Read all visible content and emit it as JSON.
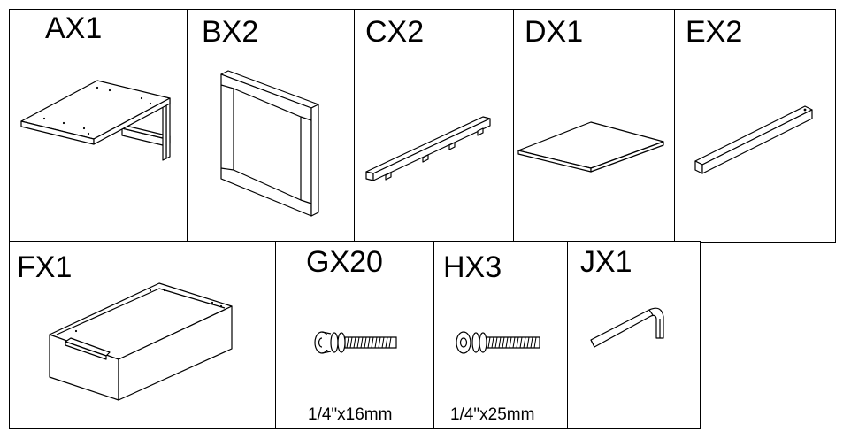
{
  "parts": [
    {
      "id": "A",
      "label": "AX1",
      "icon": "desk-top-panel-icon"
    },
    {
      "id": "B",
      "label": "BX2",
      "icon": "square-leg-frame-icon"
    },
    {
      "id": "C",
      "label": "CX2",
      "icon": "slotted-rail-icon"
    },
    {
      "id": "D",
      "label": "DX1",
      "icon": "flat-shelf-panel-icon"
    },
    {
      "id": "E",
      "label": "EX2",
      "icon": "square-bar-icon"
    },
    {
      "id": "F",
      "label": "FX1",
      "icon": "drawer-box-icon"
    },
    {
      "id": "G",
      "label": "GX20",
      "icon": "bolt-with-washer-icon",
      "size": "1/4\"x16mm"
    },
    {
      "id": "H",
      "label": "HX3",
      "icon": "long-bolt-with-washer-icon",
      "size": "1/4\"x25mm"
    },
    {
      "id": "J",
      "label": "JX1",
      "icon": "allen-key-icon"
    }
  ]
}
